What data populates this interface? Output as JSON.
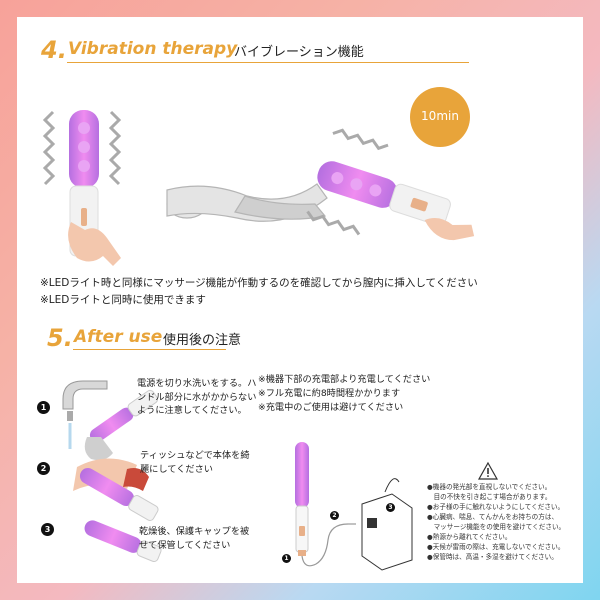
{
  "section4": {
    "number": "4.",
    "title": "Vibration therapy",
    "jp": "バイブレーション機能",
    "badge": "10min"
  },
  "notes4": [
    "※LEDライト時と同様にマッサージ機能が作動するのを確認してから膣内に挿入してください",
    "※LEDライトと同時に使用できます"
  ],
  "section5": {
    "number": "5.",
    "title": "After use",
    "jp": "使用後の注意"
  },
  "steps": [
    {
      "num": "1",
      "text": "電源を切り水洗いをする。ハンドル部分に水がかからないように注意してください。"
    },
    {
      "num": "2",
      "text": "ティッシュなどで本体を綺麗にしてください"
    },
    {
      "num": "3",
      "text": "乾燥後、保護キャップを被せて保管してください"
    }
  ],
  "charge_notes": [
    "※機器下部の充電部より充電してください",
    "※フル充電に約8時間程かかります",
    "※充電中のご使用は避けてください"
  ],
  "charge_labels": [
    "1",
    "2",
    "3"
  ],
  "warnings": [
    "●機器の発光部を直視しないでください。",
    "　目の不快を引き起こす場合があります。",
    "●お子様の手に触れないようにしてください。",
    "●心臓病、喘息、てんかんをお持ちの方は、",
    "　マッサージ機能をの使用を避けてください。",
    "●熱源から離れてください。",
    "●天候が雷雨の際は、充電しないでください。",
    "●保管時は、高温・多湿を避けてください。"
  ],
  "colors": {
    "accent": "#e8a43a",
    "led": "#d15ad6"
  }
}
